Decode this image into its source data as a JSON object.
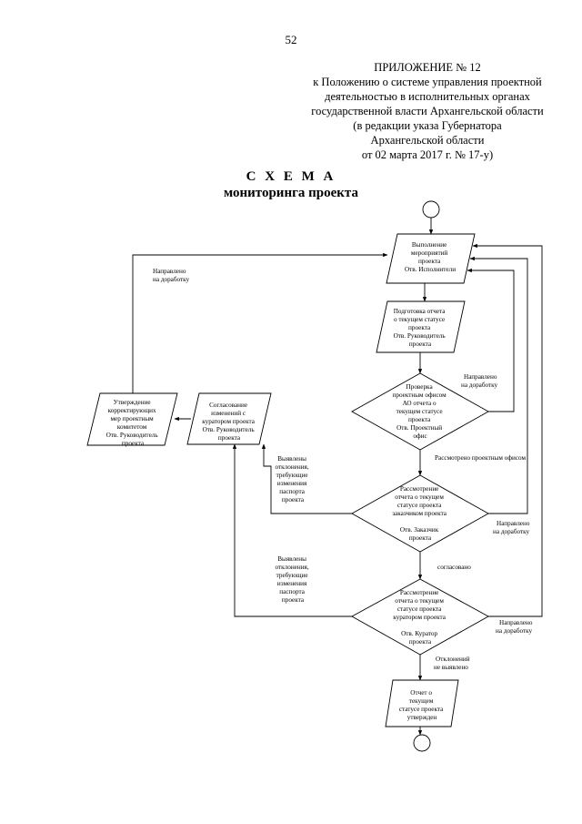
{
  "page_number": "52",
  "appendix": {
    "lines": [
      "ПРИЛОЖЕНИЕ № 12",
      "к Положению о системе управления проектной",
      "деятельностью в исполнительных органах",
      "государственной власти Архангельской области",
      "(в редакции указа Губернатора",
      "Архангельской области",
      "от 02 марта 2017 г. № 17-у)"
    ]
  },
  "title": "С Х Е М А",
  "subtitle": "мониторинга проекта",
  "nodes": {
    "execute": [
      "Выполнение",
      "мероприятий",
      "проекта",
      "Отв. Исполнители"
    ],
    "prepare": [
      "Подготовка отчета",
      "о текущем статусе",
      "проекта",
      "Отв. Руководитель",
      "проекта"
    ],
    "check": [
      "Проверка",
      "проектным офисом",
      "АО отчета о",
      "текущем статусе",
      "проекта",
      "Отв. Проектный",
      "офис"
    ],
    "customer": [
      "Рассмотрение",
      "отчета о текущем",
      "статусе проекта",
      "заказчиком проекта",
      "",
      "Отв. Заказчик",
      "проекта"
    ],
    "curator": [
      "Рассмотрение",
      "отчета о текущем",
      "статусе проекта",
      "куратором проекта",
      "",
      "Отв. Куратор",
      "проекта"
    ],
    "approved": [
      "Отчет о",
      "текущем",
      "статусе проекта",
      "утвержден"
    ],
    "agreement": [
      "Согласование",
      "изменений с",
      "куратором проекта",
      "Отв. Руководитель",
      "проекта"
    ],
    "corrective": [
      "Утверждение",
      "корректирующих",
      "мер проектным",
      "комитетом",
      "Отв. Руководитель",
      "проекта"
    ]
  },
  "labels": {
    "returned_top": [
      "Направлено",
      "на доработку"
    ],
    "returned_check": [
      "Направлено",
      "на доработку"
    ],
    "reviewed": "Рассмотрено проектным офисом",
    "deviations1": [
      "Выявлены",
      "отклонения,",
      "требующие",
      "изменения",
      "паспорта",
      "проекта"
    ],
    "returned_customer": [
      "Направлено",
      "на доработку"
    ],
    "agreed": "согласовано",
    "deviations2": [
      "Выявлены",
      "отклонения,",
      "требующие",
      "изменения",
      "паспорта",
      "проекта"
    ],
    "returned_curator": [
      "Направлено",
      "на доработку"
    ],
    "no_deviations": [
      "Отклонений",
      "не выявлено"
    ]
  }
}
